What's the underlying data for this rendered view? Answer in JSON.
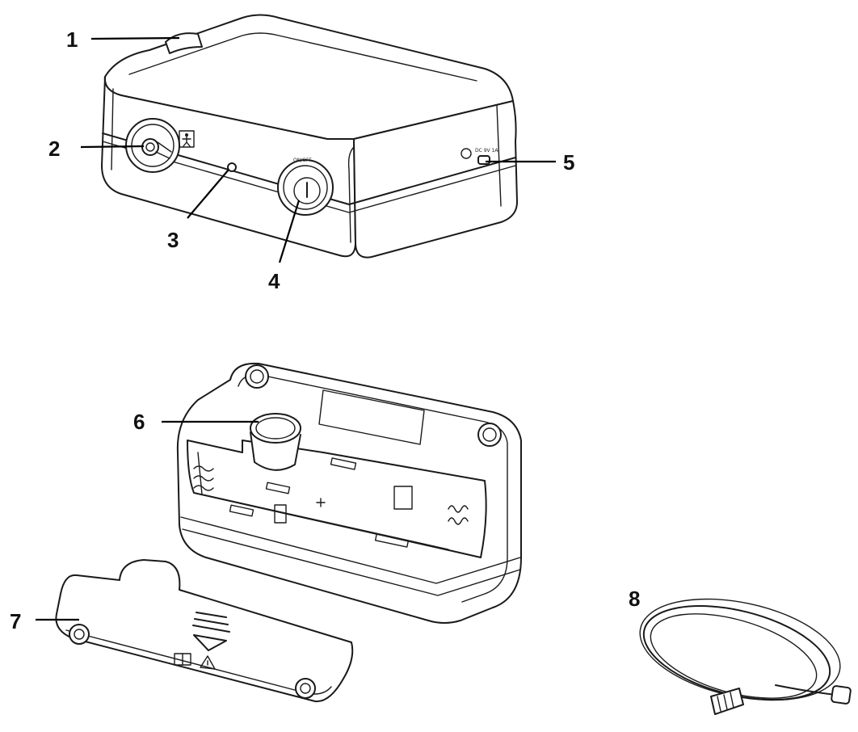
{
  "callouts": [
    {
      "id": "1",
      "label": "1"
    },
    {
      "id": "2",
      "label": "2"
    },
    {
      "id": "3",
      "label": "3"
    },
    {
      "id": "4",
      "label": "4"
    },
    {
      "id": "5",
      "label": "5"
    },
    {
      "id": "6",
      "label": "6"
    },
    {
      "id": "7",
      "label": "7"
    },
    {
      "id": "8",
      "label": "8"
    }
  ],
  "device_marks": {
    "power_label": "ON/OFF",
    "dc_label": "DC 9V 1A"
  }
}
